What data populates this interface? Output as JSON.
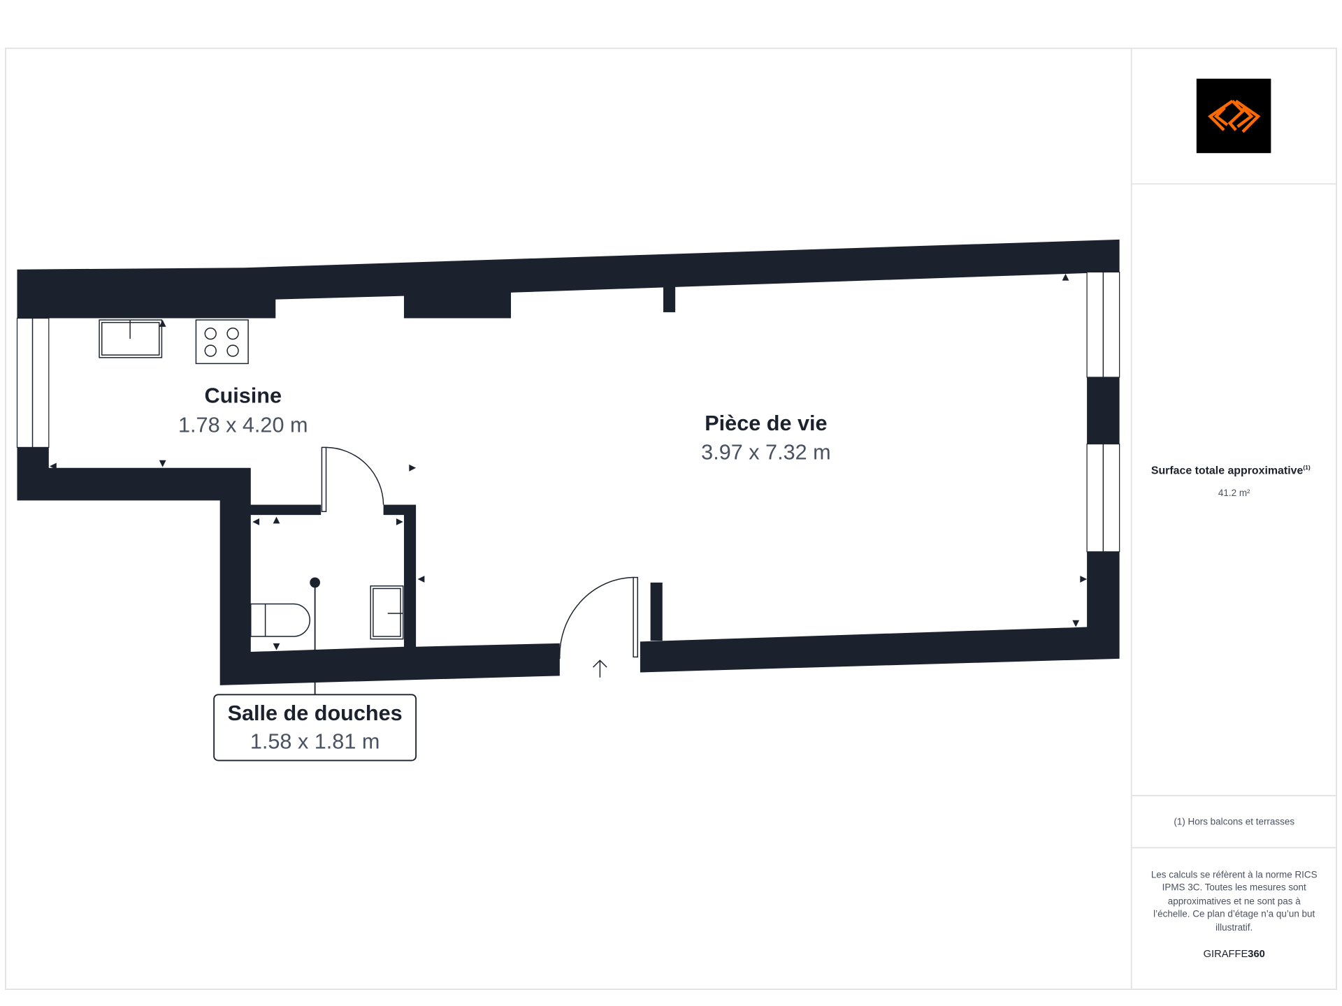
{
  "rooms": [
    {
      "name": "Cuisine",
      "dimensions": "1.78 x 4.20 m"
    },
    {
      "name": "Pièce de vie",
      "dimensions": "3.97 x 7.32 m"
    },
    {
      "name": "Salle de douches",
      "dimensions": "1.58 x 1.81 m"
    }
  ],
  "panel": {
    "logo": "orange-diamond-logo",
    "surface_label": "Surface totale approximative",
    "surface_footnote_mark": "(1)",
    "surface_value": "41.2 m²",
    "footnote": "(1) Hors balcons et terrasses",
    "disclaimer_lines": [
      "Les calculs se réfèrent à la norme RICS",
      "IPMS 3C. Toutes les mesures sont",
      "approximatives et ne sont pas à",
      "l’échelle. Ce plan d’étage n’a qu’un but",
      "illustratif."
    ],
    "brand_prefix": "GIRAFFE",
    "brand_suffix": "360"
  },
  "colors": {
    "wall": "#1c222d",
    "logo_bg": "#000000",
    "logo_accent": "#ff6a00"
  }
}
